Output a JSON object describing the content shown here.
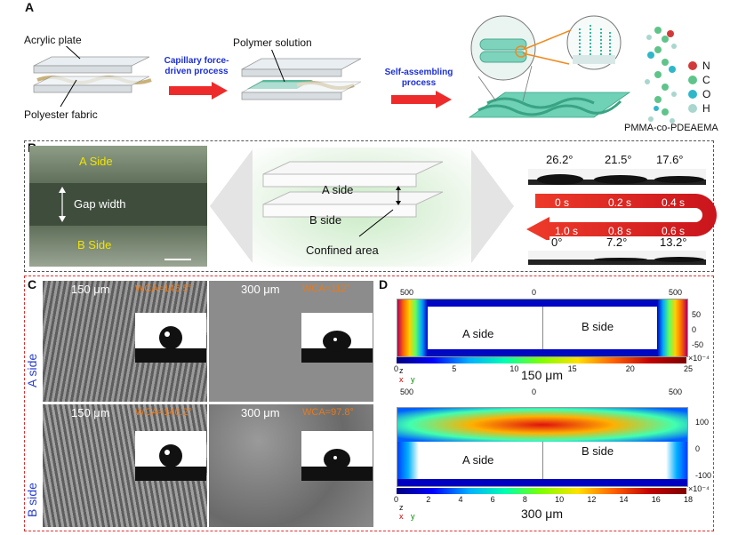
{
  "panels": {
    "a": "A",
    "b": "B",
    "c": "C",
    "d": "D"
  },
  "panelA": {
    "acrylic_plate": "Acrylic plate",
    "polyester_fabric": "Polyester fabric",
    "arrow1": "Capillary force-driven process",
    "polymer_solution": "Polymer solution",
    "arrow2": "Self-assembling process",
    "legend": [
      "N",
      "C",
      "O",
      "H"
    ],
    "legend_colors": [
      "#d23a3a",
      "#5fc48a",
      "#2fb7c9",
      "#a9d6cf"
    ],
    "polymer": "PMMA-co-PDEAEMA"
  },
  "panelB": {
    "a_side": "A Side",
    "gap_width": "Gap width",
    "b_side": "B Side",
    "center_a": "A side",
    "center_b": "B side",
    "confined": "Confined area",
    "angles_top": [
      "26.2°",
      "21.5°",
      "17.6°"
    ],
    "times_top": [
      "0 s",
      "0.2 s",
      "0.4 s"
    ],
    "times_bottom": [
      "1.0 s",
      "0.8 s",
      "0.6 s"
    ],
    "angles_bottom": [
      "0°",
      "7.2°",
      "13.2°"
    ]
  },
  "panelC": {
    "a_side": "A side",
    "b_side": "B side",
    "cells": [
      {
        "um": "150 μm",
        "wca": "WCA=146.5°"
      },
      {
        "um": "300 μm",
        "wca": "WCA=112°"
      },
      {
        "um": "150 μm",
        "wca": "WCA=146.2°"
      },
      {
        "um": "300 μm",
        "wca": "WCA=97.8°"
      }
    ]
  },
  "panelD": {
    "top": {
      "x_ticks": [
        "500",
        "0",
        "500"
      ],
      "y_ticks": [
        "50",
        "0",
        "-50"
      ],
      "a_side": "A side",
      "b_side": "B side",
      "cbar": [
        "0",
        "5",
        "10",
        "15",
        "20",
        "25"
      ],
      "exp": "×10⁻⁴",
      "caption": "150 μm"
    },
    "bottom": {
      "x_ticks": [
        "500",
        "0",
        "500"
      ],
      "y_ticks": [
        "100",
        "0",
        "-100"
      ],
      "a_side": "A side",
      "b_side": "B side",
      "cbar": [
        "0",
        "2",
        "4",
        "6",
        "8",
        "10",
        "12",
        "14",
        "16",
        "18"
      ],
      "exp": "×10⁻⁴",
      "caption": "300 μm"
    },
    "axis_z": "z",
    "axis_x": "x",
    "axis_y": "y"
  }
}
